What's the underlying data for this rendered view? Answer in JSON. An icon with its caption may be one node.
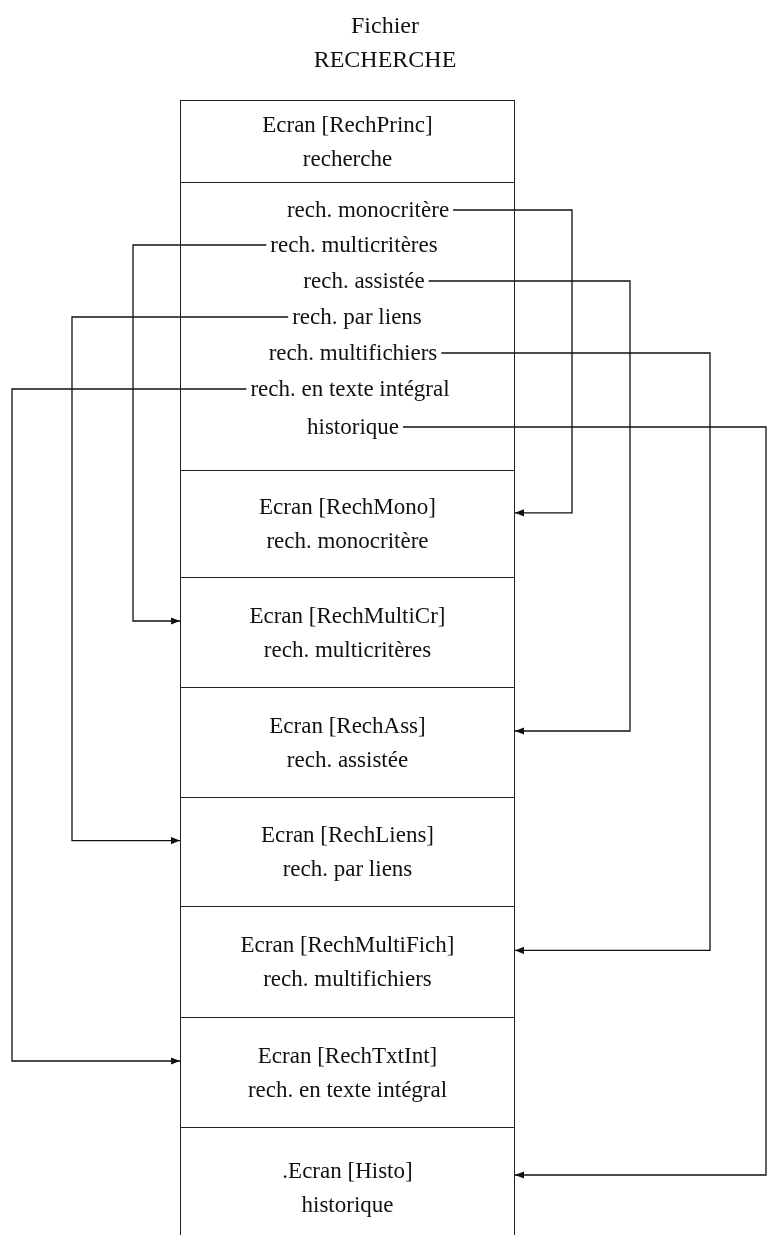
{
  "diagram": {
    "title": "Fichier RECHERCHE",
    "nodes": [
      {
        "text": [
          "Ecran [RechPrinc]",
          "recherche"
        ]
      },
      {
        "text": [],
        "shape": "box"
      },
      {
        "text": [
          "rech. monocritère"
        ],
        "in": 1
      },
      {
        "text": [
          "rech. multicritères"
        ],
        "in": 1
      },
      {
        "text": [
          "rech. assistée"
        ],
        "in": 1
      },
      {
        "text": [
          "rech. par liens"
        ],
        "in": 1
      },
      {
        "text": [
          "rech. multifichiers"
        ],
        "in": 1
      },
      {
        "text": [
          "rech. en texte intégral"
        ],
        "in": 1
      },
      {
        "text": [
          "historique"
        ],
        "in": 1
      },
      {
        "text": [
          "Ecran [RechMono]",
          "rech. monocritère"
        ]
      },
      {
        "text": [
          "Ecran [RechMultiCr]",
          "rech. multicritères"
        ]
      },
      {
        "text": [
          "Ecran [RechAss]",
          "rech. assistée"
        ]
      },
      {
        "text": [
          "Ecran [RechLiens]",
          "rech. par liens"
        ]
      },
      {
        "text": [
          "Ecran [RechMultiFich]",
          "rech. multifichiers"
        ]
      },
      {
        "text": [
          "Ecran [RechTxtInt]",
          "rech. en texte intégral"
        ]
      },
      {
        "text": [
          ".Ecran [Histo]",
          "historique"
        ]
      }
    ],
    "edges": [
      {
        "from": 2,
        "to": 9,
        "arrow": "to"
      },
      {
        "from": 3,
        "to": 10,
        "arrow": "to"
      },
      {
        "from": 4,
        "to": 11,
        "arrow": "to"
      },
      {
        "from": 5,
        "to": 12,
        "arrow": "to"
      },
      {
        "from": 6,
        "to": 13,
        "arrow": "to"
      },
      {
        "from": 7,
        "to": 14,
        "arrow": "to"
      },
      {
        "from": 8,
        "to": 15,
        "arrow": "to"
      }
    ]
  }
}
